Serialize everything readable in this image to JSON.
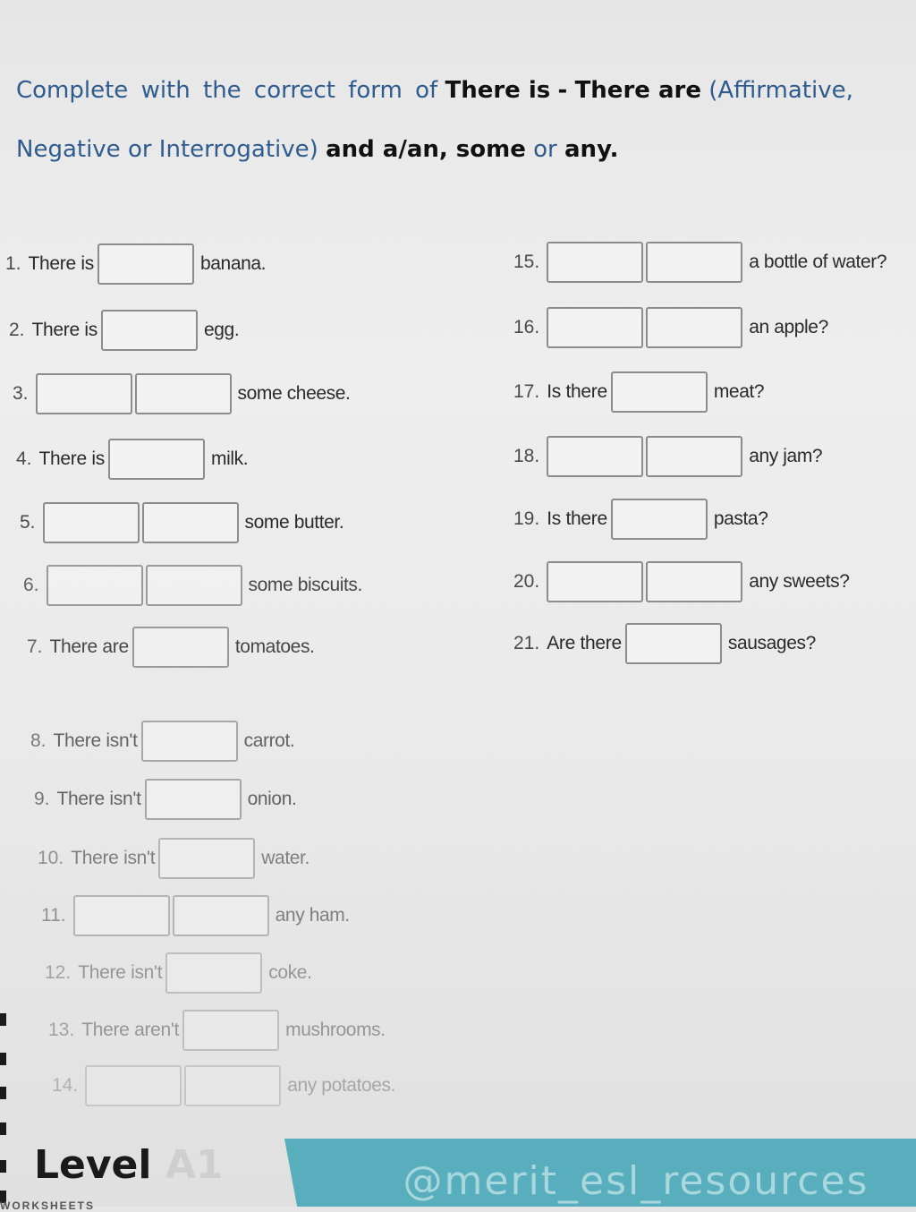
{
  "instructions": {
    "line1": {
      "part1": "Complete with the correct form of",
      "part2": "There is",
      "part3": "-",
      "part4": "There are",
      "part5": "(Affirmative,"
    },
    "line2": {
      "part1": "Negative or Interrogative)",
      "part2": "and a/an, some",
      "part3": "or",
      "part4": "any."
    }
  },
  "exercises": [
    {
      "number": "1.",
      "prefix": "There is",
      "blanks": 1,
      "suffix": "banana."
    },
    {
      "number": "2.",
      "prefix": "There is",
      "blanks": 1,
      "suffix": "egg."
    },
    {
      "number": "3.",
      "prefix": "",
      "blanks": 2,
      "suffix": "some cheese."
    },
    {
      "number": "4.",
      "prefix": "There is",
      "blanks": 1,
      "suffix": "milk."
    },
    {
      "number": "5.",
      "prefix": "",
      "blanks": 2,
      "suffix": "some butter."
    },
    {
      "number": "6.",
      "prefix": "",
      "blanks": 2,
      "suffix": "some biscuits."
    },
    {
      "number": "7.",
      "prefix": "There are",
      "blanks": 1,
      "suffix": "tomatoes."
    },
    {
      "number": "8.",
      "prefix": "There isn't",
      "blanks": 1,
      "suffix": "carrot."
    },
    {
      "number": "9.",
      "prefix": "There isn't",
      "blanks": 1,
      "suffix": "onion."
    },
    {
      "number": "10.",
      "prefix": "There isn't",
      "blanks": 1,
      "suffix": "water."
    },
    {
      "number": "11.",
      "prefix": "",
      "blanks": 2,
      "suffix": "any ham."
    },
    {
      "number": "12.",
      "prefix": "There isn't",
      "blanks": 1,
      "suffix": "coke."
    },
    {
      "number": "13.",
      "prefix": "There aren't",
      "blanks": 1,
      "suffix": "mushrooms."
    },
    {
      "number": "14.",
      "prefix": "",
      "blanks": 2,
      "suffix": "any potatoes."
    },
    {
      "number": "15.",
      "prefix": "",
      "blanks": 2,
      "suffix": "a bottle of water?"
    },
    {
      "number": "16.",
      "prefix": "",
      "blanks": 2,
      "suffix": "an apple?"
    },
    {
      "number": "17.",
      "prefix": "Is there",
      "blanks": 1,
      "suffix": "meat?"
    },
    {
      "number": "18.",
      "prefix": "",
      "blanks": 2,
      "suffix": "any jam?"
    },
    {
      "number": "19.",
      "prefix": "Is there",
      "blanks": 1,
      "suffix": "pasta?"
    },
    {
      "number": "20.",
      "prefix": "",
      "blanks": 2,
      "suffix": "any sweets?"
    },
    {
      "number": "21.",
      "prefix": "Are there",
      "blanks": 1,
      "suffix": "sausages?"
    }
  ],
  "footer": {
    "level_word": "Level",
    "level_code": "A1",
    "subtext": "WORKSHEETS",
    "handle": "@merit_esl_resources"
  },
  "colors": {
    "instruction_blue": "#2f5b8e",
    "banner_teal": "#58aebc"
  }
}
